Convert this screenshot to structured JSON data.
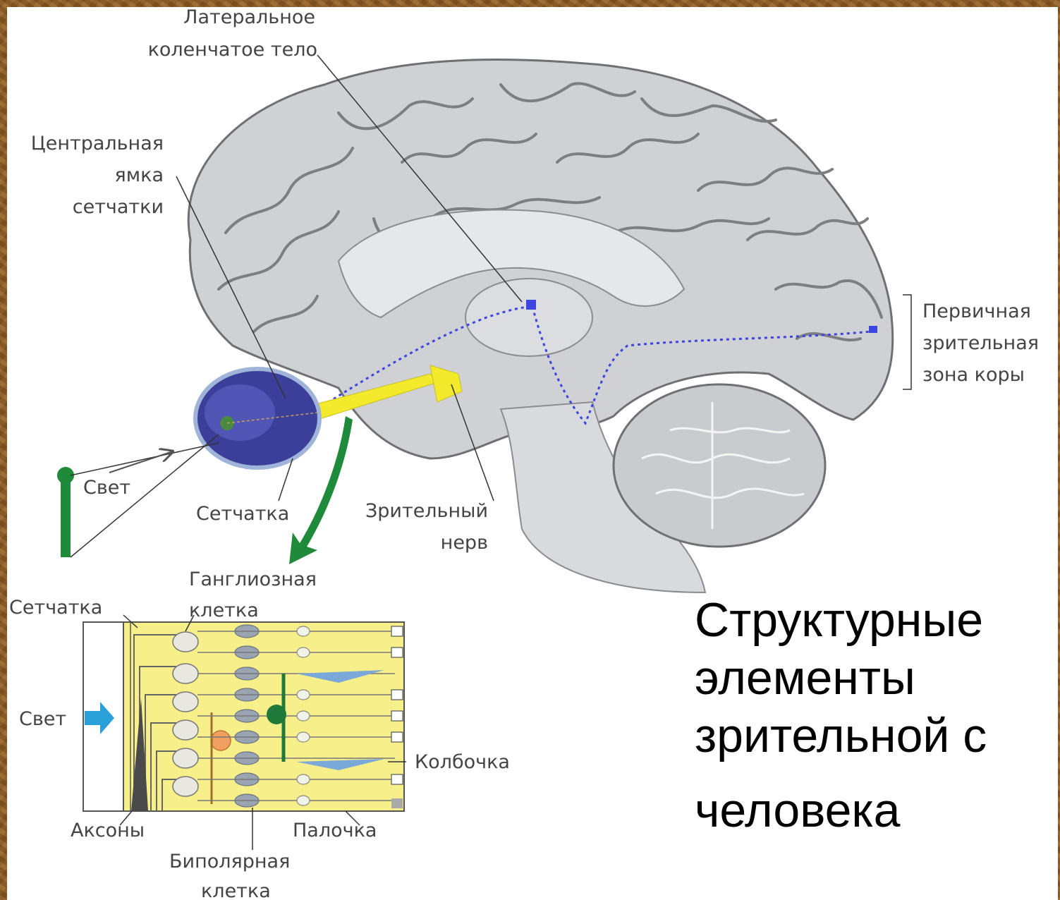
{
  "labels": {
    "lgn_line1": "Латеральное",
    "lgn_line2": "коленчатое тело",
    "fovea_line1": "Центральная",
    "fovea_line2": "ямка",
    "fovea_line3": "сетчатки",
    "cortex_line1": "Первичная",
    "cortex_line2": "зрительная",
    "cortex_line3": "зона коры",
    "light_top": "Свет",
    "retina_top": "Сетчатка",
    "optic_nerve_line1": "Зрительный",
    "optic_nerve_line2": "нерв",
    "ganglion_line1": "Ганглиозная",
    "ganglion_line2": "клетка",
    "retina_bottom": "Сетчатка",
    "light_bottom": "Свет",
    "cone": "Колбочка",
    "axons": "Аксоны",
    "rod": "Палочка",
    "bipolar_line1": "Биполярная",
    "bipolar_line2": "клетка"
  },
  "title": {
    "line1": "Структурные",
    "line2": "элементы",
    "line3": "зрительной с",
    "line4": "человека"
  },
  "colors": {
    "brain": "#cfd1d4",
    "brain_outline": "#6e7074",
    "optic_nerve": "#f2ea2a",
    "visual_path": "#3b45e0",
    "eye": "#3c3f9a",
    "arrow_green": "#1f8a3a",
    "retina_bg": "#f7f08a",
    "light_arrow": "#2aa0d8",
    "ganglion_orange": "#f0a060"
  }
}
